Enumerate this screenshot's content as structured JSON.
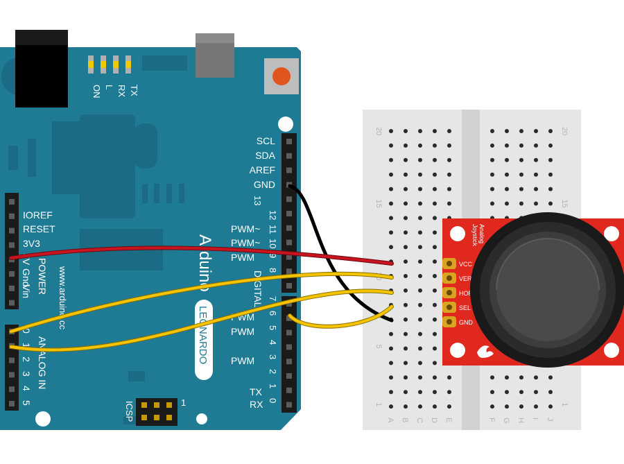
{
  "arduino": {
    "led_labels": [
      "ON",
      "L",
      "RX",
      "TX"
    ],
    "left_header_labels": [
      "IOREF",
      "RESET",
      "3V3",
      "5V",
      "Gnd",
      "Vin"
    ],
    "power_label": "POWER",
    "url": "www.arduino.cc",
    "brand": "Arduino",
    "model": "LEONARDO",
    "analog_label": "ANALOG IN",
    "analog_pins": [
      "0",
      "1",
      "2",
      "3",
      "4",
      "5"
    ],
    "top_right_labels": [
      "SCL",
      "SDA",
      "AREF",
      "GND"
    ],
    "digital_numbers_upper": [
      "13",
      "12",
      "11",
      "10",
      "9",
      "8"
    ],
    "digital_numbers_lower": [
      "7",
      "6",
      "5",
      "4",
      "3",
      "2",
      "1",
      "0"
    ],
    "pwm_label": "PWM",
    "pwm_tilde": "PWM~",
    "digital_label": "DIGITAL",
    "tx_label": "TX",
    "rx_label": "RX",
    "icsp_label": "ICSP",
    "icsp_pin": "1"
  },
  "breadboard": {
    "left_letters": [
      "A",
      "B",
      "C",
      "D",
      "E"
    ],
    "right_letters": [
      "F",
      "G",
      "H",
      "I",
      "J"
    ],
    "row_numbers": [
      "20",
      "15",
      "10",
      "5",
      "1"
    ]
  },
  "joystick": {
    "title_line1": "Analog",
    "title_line2": "Joystick",
    "pins": [
      "VCC",
      "VER",
      "HOR",
      "SEL",
      "GND"
    ]
  },
  "colors": {
    "board": "#1f7a94",
    "wire_power": "#c8141e",
    "wire_signal": "#f5c400",
    "wire_ground": "#1a1a1a",
    "joystick_pcb": "#e0281e"
  }
}
